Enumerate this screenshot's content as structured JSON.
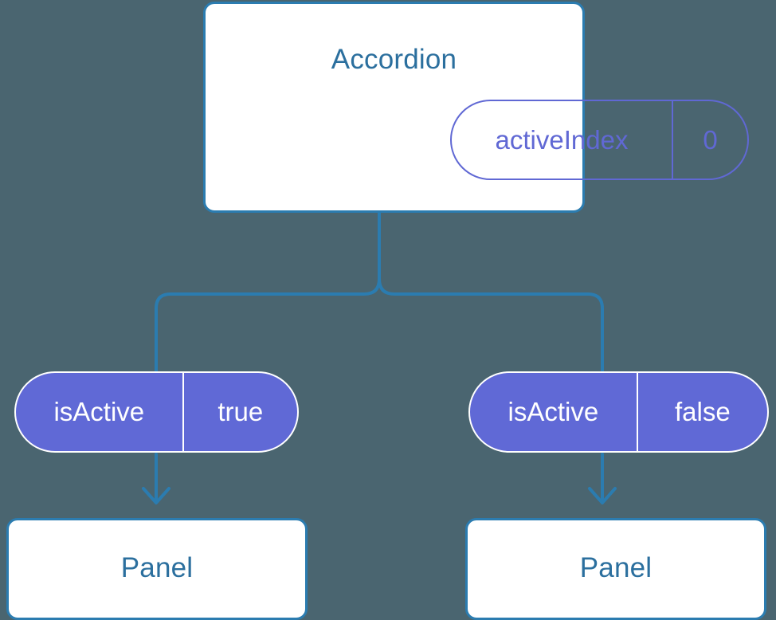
{
  "diagram": {
    "type": "component-tree",
    "background_color": "#4a6570",
    "accent_blue": "#2b7cb0",
    "title_blue": "#2b6f9e",
    "prop_purple": "#6069d6"
  },
  "root": {
    "title": "Accordion",
    "prop": {
      "key": "activeIndex",
      "value": "0"
    }
  },
  "branches": [
    {
      "prop": {
        "key": "isActive",
        "value": "true"
      },
      "child": {
        "title": "Panel"
      }
    },
    {
      "prop": {
        "key": "isActive",
        "value": "false"
      },
      "child": {
        "title": "Panel"
      }
    }
  ]
}
